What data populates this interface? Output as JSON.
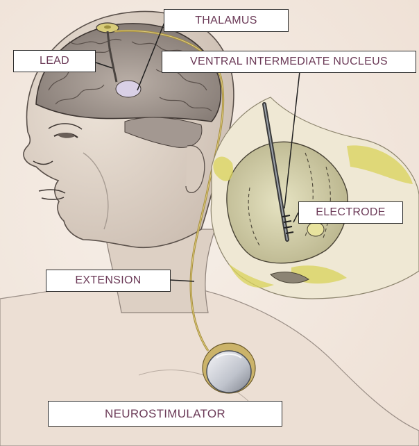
{
  "diagram": {
    "labels": {
      "thalamus": "THALAMUS",
      "lead": "LEAD",
      "vim": "VENTRAL INTERMEDIATE NUCLEUS",
      "electrode": "ELECTRODE",
      "extension": "EXTENSION",
      "neurostimulator": "NEUROSTIMULATOR"
    },
    "colors": {
      "label_text": "#6b3a57",
      "label_border": "#2a2a2a",
      "background": "#f4ebe3",
      "pencil": "#4a4440",
      "anatomy_yellow": "#d9d35a"
    }
  }
}
